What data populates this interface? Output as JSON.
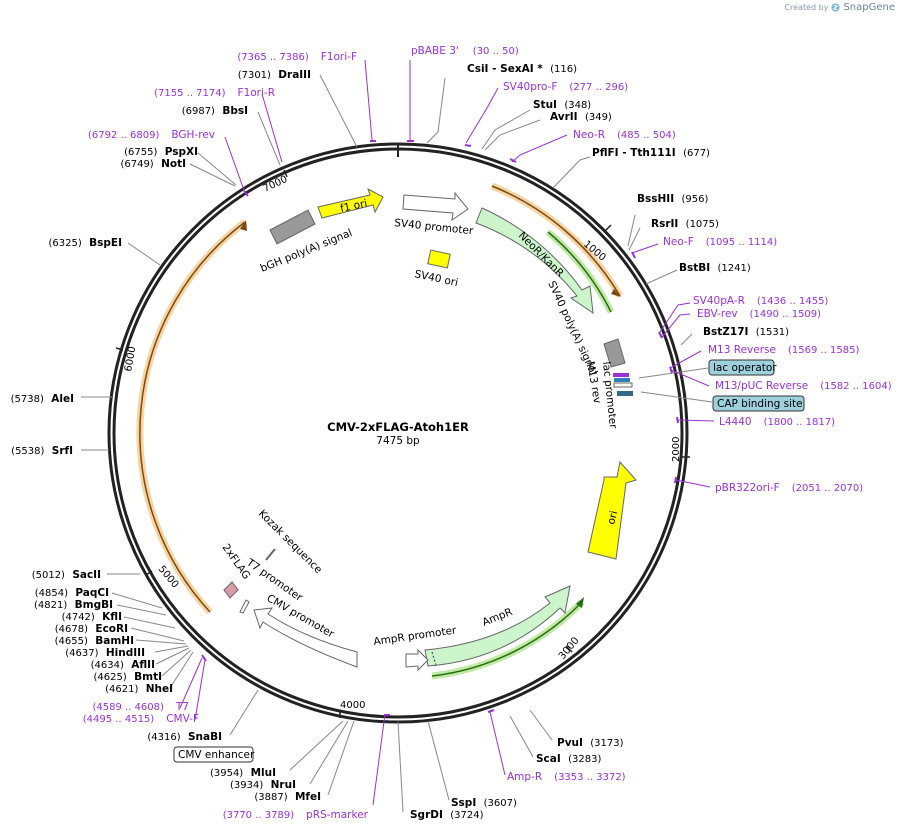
{
  "credit": {
    "created_by": "Created by",
    "brand": "SnapGene",
    "icon": "snapgene-logo-icon"
  },
  "plasmid": {
    "name": "CMV-2xFLAG-Atoh1ER",
    "size_label": "7475 bp",
    "length": 7475
  },
  "ticks": [
    "1000",
    "2000",
    "3000",
    "4000",
    "5000",
    "6000",
    "7000"
  ],
  "sites": [
    {
      "name": "CsiI  - SexAI *",
      "coord": "(116)"
    },
    {
      "name": "StuI",
      "coord": "(348)"
    },
    {
      "name": "AvrII",
      "coord": "(349)"
    },
    {
      "name": "PflFI  - Tth111I",
      "coord": "(677)"
    },
    {
      "name": "BssHII",
      "coord": "(956)"
    },
    {
      "name": "RsrII",
      "coord": "(1075)"
    },
    {
      "name": "BstBI",
      "coord": "(1241)"
    },
    {
      "name": "BstZ17I",
      "coord": "(1531)"
    },
    {
      "name": "PvuI",
      "coord": "(3173)"
    },
    {
      "name": "ScaI",
      "coord": "(3283)"
    },
    {
      "name": "SspI",
      "coord": "(3607)"
    },
    {
      "name": "SgrDI",
      "coord": "(3724)"
    },
    {
      "name": "MfeI",
      "coord": "(3887)"
    },
    {
      "name": "NruI",
      "coord": "(3934)"
    },
    {
      "name": "MluI",
      "coord": "(3954)"
    },
    {
      "name": "SnaBI",
      "coord": "(4316)"
    },
    {
      "name": "NheI",
      "coord": "(4621)"
    },
    {
      "name": "BmtI",
      "coord": "(4625)"
    },
    {
      "name": "AflII",
      "coord": "(4634)"
    },
    {
      "name": "HindIII",
      "coord": "(4637)"
    },
    {
      "name": "BamHI",
      "coord": "(4655)"
    },
    {
      "name": "EcoRI",
      "coord": "(4678)"
    },
    {
      "name": "KflI",
      "coord": "(4742)"
    },
    {
      "name": "BmgBI",
      "coord": "(4821)"
    },
    {
      "name": "PaqCI",
      "coord": "(4854)"
    },
    {
      "name": "SacII",
      "coord": "(5012)"
    },
    {
      "name": "SrfI",
      "coord": "(5538)"
    },
    {
      "name": "AleI",
      "coord": "(5738)"
    },
    {
      "name": "BspEI",
      "coord": "(6325)"
    },
    {
      "name": "NotI",
      "coord": "(6749)"
    },
    {
      "name": "PspXI",
      "coord": "(6755)"
    },
    {
      "name": "BbsI",
      "coord": "(6987)"
    },
    {
      "name": "DraIII",
      "coord": "(7301)"
    }
  ],
  "primers": [
    {
      "name": "pBABE 3'",
      "coord": "(30 .. 50)"
    },
    {
      "name": "SV40pro-F",
      "coord": "(277 .. 296)"
    },
    {
      "name": "Neo-R",
      "coord": "(485 .. 504)"
    },
    {
      "name": "Neo-F",
      "coord": "(1095 .. 1114)"
    },
    {
      "name": "SV40pA-R",
      "coord": "(1436 .. 1455)"
    },
    {
      "name": "EBV-rev",
      "coord": "(1490 .. 1509)"
    },
    {
      "name": "M13 Reverse",
      "coord": "(1569 .. 1585)"
    },
    {
      "name": "M13/pUC Reverse",
      "coord": "(1582 .. 1604)"
    },
    {
      "name": "L4440",
      "coord": "(1800 .. 1817)"
    },
    {
      "name": "pBR322ori-F",
      "coord": "(2051 .. 2070)"
    },
    {
      "name": "Amp-R",
      "coord": "(3353 .. 3372)"
    },
    {
      "name": "pRS-marker",
      "coord": "(3770 .. 3789)"
    },
    {
      "name": "CMV-F",
      "coord": "(4495 .. 4515)"
    },
    {
      "name": "T7",
      "coord": "(4589 .. 4608)"
    },
    {
      "name": "BGH-rev",
      "coord": "(6792 .. 6809)"
    },
    {
      "name": "F1ori-R",
      "coord": "(7155 .. 7174)"
    },
    {
      "name": "F1ori-F",
      "coord": "(7365 .. 7386)"
    }
  ],
  "boxed": [
    {
      "name": "lac operator"
    },
    {
      "name": "CAP binding site"
    },
    {
      "name": "CMV enhancer"
    }
  ],
  "features": {
    "f1_ori": "f1 ori",
    "sv40_promoter": "SV40 promoter",
    "neor": "NeoR/KanR",
    "bgh": "bGH poly(A) signal",
    "sv40_ori": "SV40 ori",
    "sv40_polya": "SV40 poly(A) signal",
    "m13_rev": "M13 rev",
    "lac_promoter": "lac promoter",
    "ori": "ori",
    "ampr": "AmpR",
    "ampr_promoter": "AmpR promoter",
    "cmv_promoter": "CMV promoter",
    "t7_promoter": "T7 promoter",
    "flag": "2xFLAG",
    "kozak": "Kozak sequence"
  },
  "colors": {
    "f1_ori": "#ffff00",
    "ori": "#ffff00",
    "sv40_ori": "#ffff00",
    "neor": "#ccf5cc",
    "ampr": "#ccf5cc",
    "promoter": "#ffffff",
    "polya": "#999999",
    "flag": "#d99aac",
    "boxed": "#9fd0dd",
    "orf_orange": "#f0b060",
    "orf_green": "#99dd77",
    "primer": "#9b30d9"
  }
}
